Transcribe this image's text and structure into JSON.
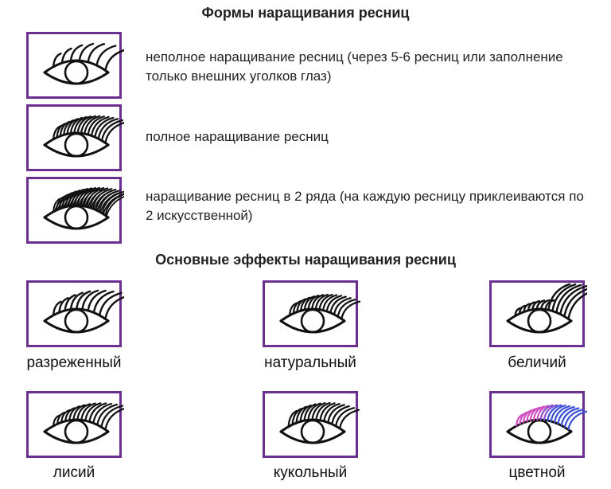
{
  "title_forms": "Формы наращивания ресниц",
  "forms": [
    {
      "text": "неполное наращивание ресниц (через 5-6 ресниц или заполнение только внешних уголков глаз)",
      "icon": "sparse-lash-eye-icon"
    },
    {
      "text": "полное наращивание ресниц",
      "icon": "full-lash-eye-icon"
    },
    {
      "text": "наращивание ресниц в 2 ряда (на каждую ресницу приклеиваются по 2 искусственной)",
      "icon": "double-row-lash-eye-icon"
    }
  ],
  "title_effects": "Основные эффекты наращивания ресниц",
  "effects": [
    {
      "label": "разреженный",
      "icon": "sparse-effect-eye-icon"
    },
    {
      "label": "натуральный",
      "icon": "natural-effect-eye-icon"
    },
    {
      "label": "беличий",
      "icon": "squirrel-effect-eye-icon"
    },
    {
      "label": "лисий",
      "icon": "fox-effect-eye-icon"
    },
    {
      "label": "кукольный",
      "icon": "doll-effect-eye-icon"
    },
    {
      "label": "цветной",
      "icon": "colored-effect-eye-icon"
    }
  ],
  "colors": {
    "frame": "#6b2f8f",
    "lash": "#111111",
    "colored_lash_pink": "#d04fc0",
    "colored_lash_blue": "#3d4fd6"
  }
}
